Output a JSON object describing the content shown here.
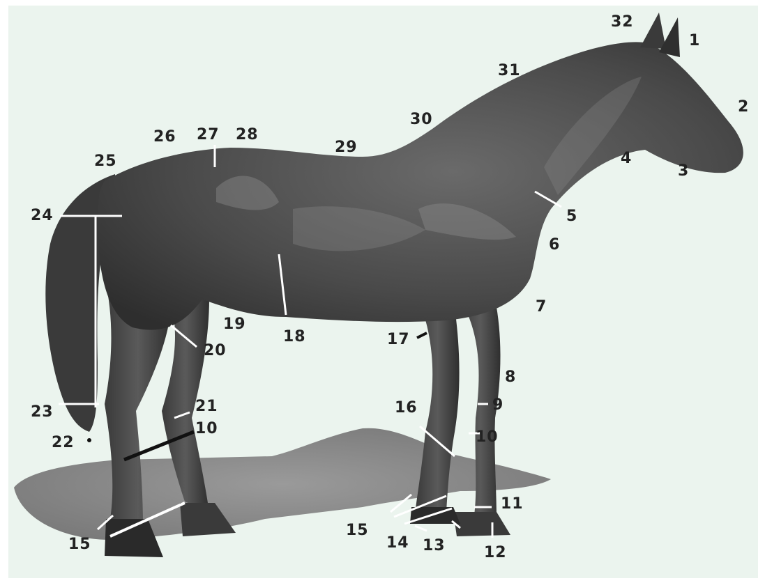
{
  "colors": {
    "background": "#ebf4ee",
    "horse_body": "#4b4b4b",
    "horse_dark": "#2e2e2e",
    "horse_highlight": "#8a8a8a",
    "shadow": "#8c8c8c",
    "label_text": "#222222",
    "leader_white": "#ffffff",
    "leader_black": "#111111"
  },
  "labels": [
    {
      "id": "l32",
      "text": "32"
    },
    {
      "id": "l1",
      "text": "1"
    },
    {
      "id": "l2",
      "text": "2"
    },
    {
      "id": "l31",
      "text": "31"
    },
    {
      "id": "l30",
      "text": "30"
    },
    {
      "id": "l26",
      "text": "26"
    },
    {
      "id": "l27",
      "text": "27"
    },
    {
      "id": "l28",
      "text": "28"
    },
    {
      "id": "l29",
      "text": "29"
    },
    {
      "id": "l25",
      "text": "25"
    },
    {
      "id": "l4",
      "text": "4"
    },
    {
      "id": "l3",
      "text": "3"
    },
    {
      "id": "l5",
      "text": "5"
    },
    {
      "id": "l24",
      "text": "24"
    },
    {
      "id": "l6",
      "text": "6"
    },
    {
      "id": "l7",
      "text": "7"
    },
    {
      "id": "l19",
      "text": "19"
    },
    {
      "id": "l18",
      "text": "18"
    },
    {
      "id": "l17",
      "text": "17"
    },
    {
      "id": "l20",
      "text": "20"
    },
    {
      "id": "l8",
      "text": "8"
    },
    {
      "id": "l9",
      "text": "9"
    },
    {
      "id": "l16",
      "text": "16"
    },
    {
      "id": "l23",
      "text": "23"
    },
    {
      "id": "l21",
      "text": "21"
    },
    {
      "id": "l10a",
      "text": "10"
    },
    {
      "id": "l10b",
      "text": "10"
    },
    {
      "id": "l22",
      "text": "22"
    },
    {
      "id": "l11",
      "text": "11"
    },
    {
      "id": "l15a",
      "text": "15"
    },
    {
      "id": "l15b",
      "text": "15"
    },
    {
      "id": "l14",
      "text": "14"
    },
    {
      "id": "l13",
      "text": "13"
    },
    {
      "id": "l12",
      "text": "12"
    }
  ]
}
